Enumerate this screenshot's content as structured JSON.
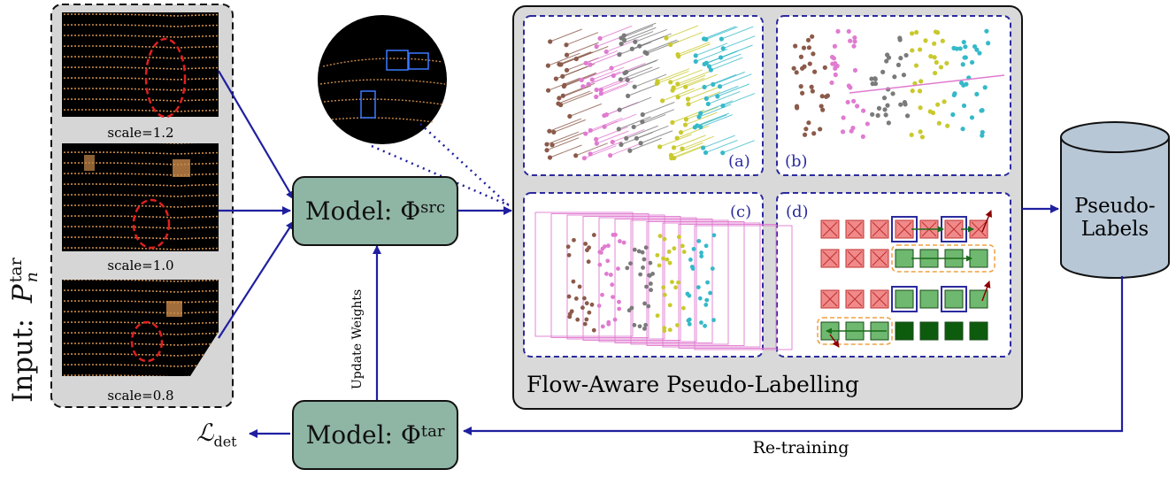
{
  "input": {
    "label": "Input:",
    "symbol": "P",
    "superscript": "tar",
    "subscript": "n",
    "scales": [
      "scale=1.2",
      "scale=1.0",
      "scale=0.8"
    ]
  },
  "model_src": {
    "label": "Model:",
    "symbol": "Φ",
    "superscript": "src"
  },
  "model_tar": {
    "label": "Model:",
    "symbol": "Φ",
    "superscript": "tar"
  },
  "update_weights": "Update Weights",
  "loss": {
    "symbol": "ℒ",
    "subscript": "det"
  },
  "retraining": "Re-training",
  "flow_panel": {
    "title": "Flow-Aware Pseudo-Labelling",
    "subpanels": [
      "(a)",
      "(b)",
      "(c)",
      "(d)"
    ]
  },
  "pseudo_labels": {
    "line1": "Pseudo-",
    "line2": "Labels"
  },
  "colors": {
    "arrow": "#1f1fa0",
    "model_fill": "#8fb5a5",
    "panel_gray": "#d9d9d9",
    "cylinder_fill": "#b7c7d6",
    "dashed_red": "#e02020",
    "subpanel_border": "#2b2b9e"
  }
}
